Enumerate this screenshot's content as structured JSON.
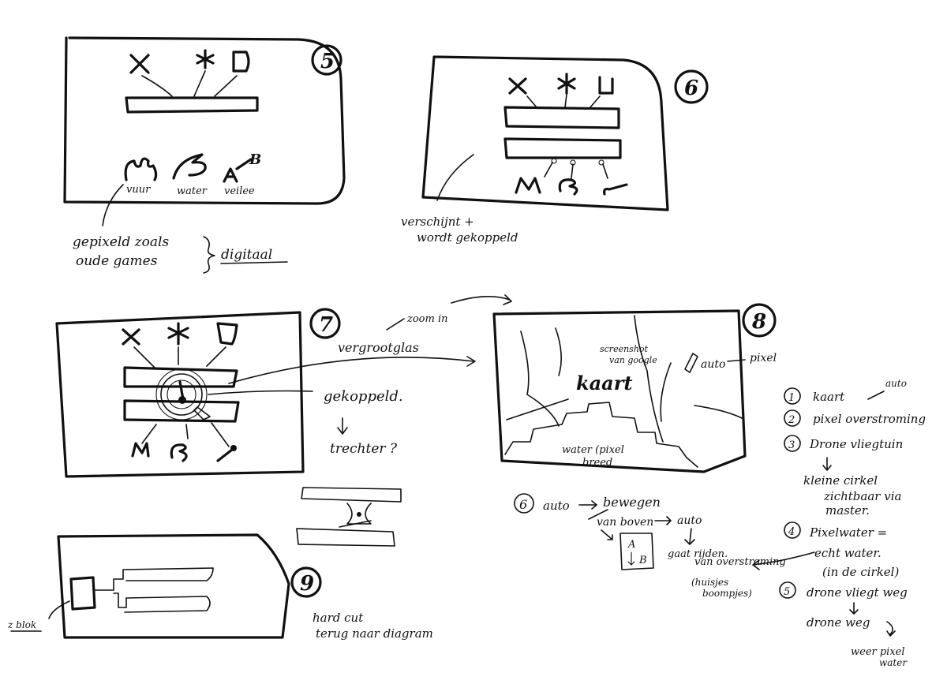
{
  "panels": {
    "p5": {
      "number": "5",
      "labels": {
        "fire": "vuur",
        "water": "water",
        "weather": "veilee",
        "b": "B"
      },
      "note_lines": [
        "gepixeld zoals",
        "oude games"
      ],
      "note_right": "digitaal"
    },
    "p6": {
      "number": "6",
      "note_lines": [
        "verschijnt +",
        "wordt gekoppeld"
      ]
    },
    "p7": {
      "number": "7",
      "zoom": "zoom in",
      "magnifier": "vergrootglas",
      "coupled": "gekoppeld.",
      "funnel": "trechter ?"
    },
    "p8": {
      "number": "8",
      "screenshot": [
        "screenshot",
        "van google"
      ],
      "map": "kaart",
      "car": "auto",
      "pixel": "pixel",
      "water": [
        "water (pixel",
        "breed"
      ]
    },
    "p9": {
      "number": "9",
      "block": "z blok",
      "cut_lines": [
        "hard cut",
        "terug naar diagram"
      ]
    }
  },
  "flow6": {
    "number": "6",
    "car": "auto",
    "move": "bewegen",
    "above": "van boven",
    "car2": "auto",
    "a": "A",
    "b": "B",
    "drive": "gaat rijden.",
    "flood": "van overstroming",
    "trees": [
      "(huisjes",
      "boompjes)"
    ]
  },
  "list": [
    {
      "n": "1",
      "text": "kaart"
    },
    {
      "n": "2",
      "text": "pixel overstroming"
    },
    {
      "n": "3",
      "text": "Drone vliegtuin"
    },
    {
      "n": "4",
      "text": "Pixelwater ="
    },
    {
      "n": "5",
      "text": "drone vliegt weg"
    }
  ],
  "list_extra": {
    "auto": "auto",
    "circle": [
      "kleine cirkel",
      "zichtbaar via",
      "master."
    ],
    "real_water": [
      "echt water.",
      "(in de cirkel)"
    ],
    "drone_gone": "drone weg",
    "pixel_water": [
      "weer pixel",
      "water"
    ]
  }
}
